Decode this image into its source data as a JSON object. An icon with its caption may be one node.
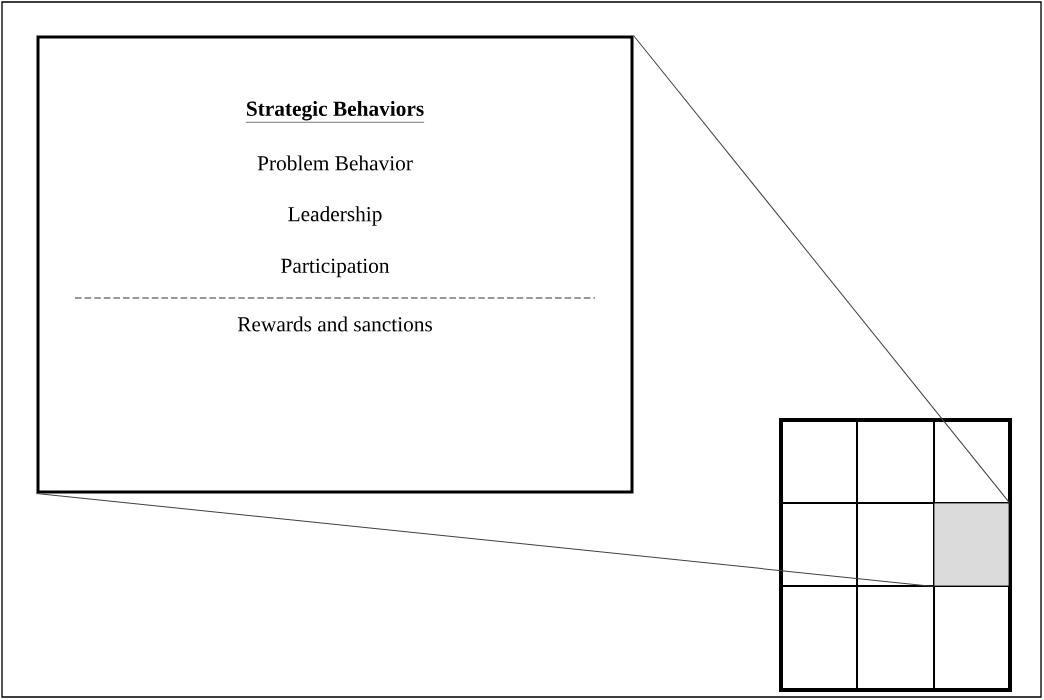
{
  "diagram": {
    "nodes": [
      {
        "text": [
          "Strategic Behaviors",
          "Problem Behavior",
          "Leadership",
          "Participation",
          "Rewards and sanctions"
        ]
      },
      {
        "text": [],
        "shape": "box"
      },
      {
        "text": [],
        "shape": "box",
        "in": 1
      }
    ],
    "edges": [
      {
        "from": 0,
        "to": 2,
        "arrow": "none"
      },
      {
        "from": 0,
        "to": 2,
        "arrow": "none"
      }
    ]
  }
}
